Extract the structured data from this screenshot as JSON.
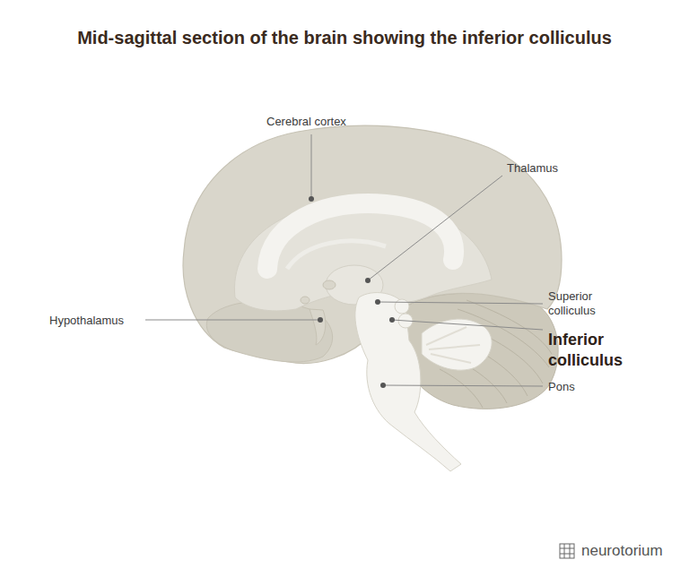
{
  "diagram": {
    "title": "Mid-sagittal section of the brain showing the inferior colliculus",
    "labels": [
      "Cerebral cortex",
      "Thalamus",
      "Hypothalamus",
      "Superior colliculus",
      "Inferior colliculus",
      "Pons",
      "neurotorium"
    ]
  }
}
